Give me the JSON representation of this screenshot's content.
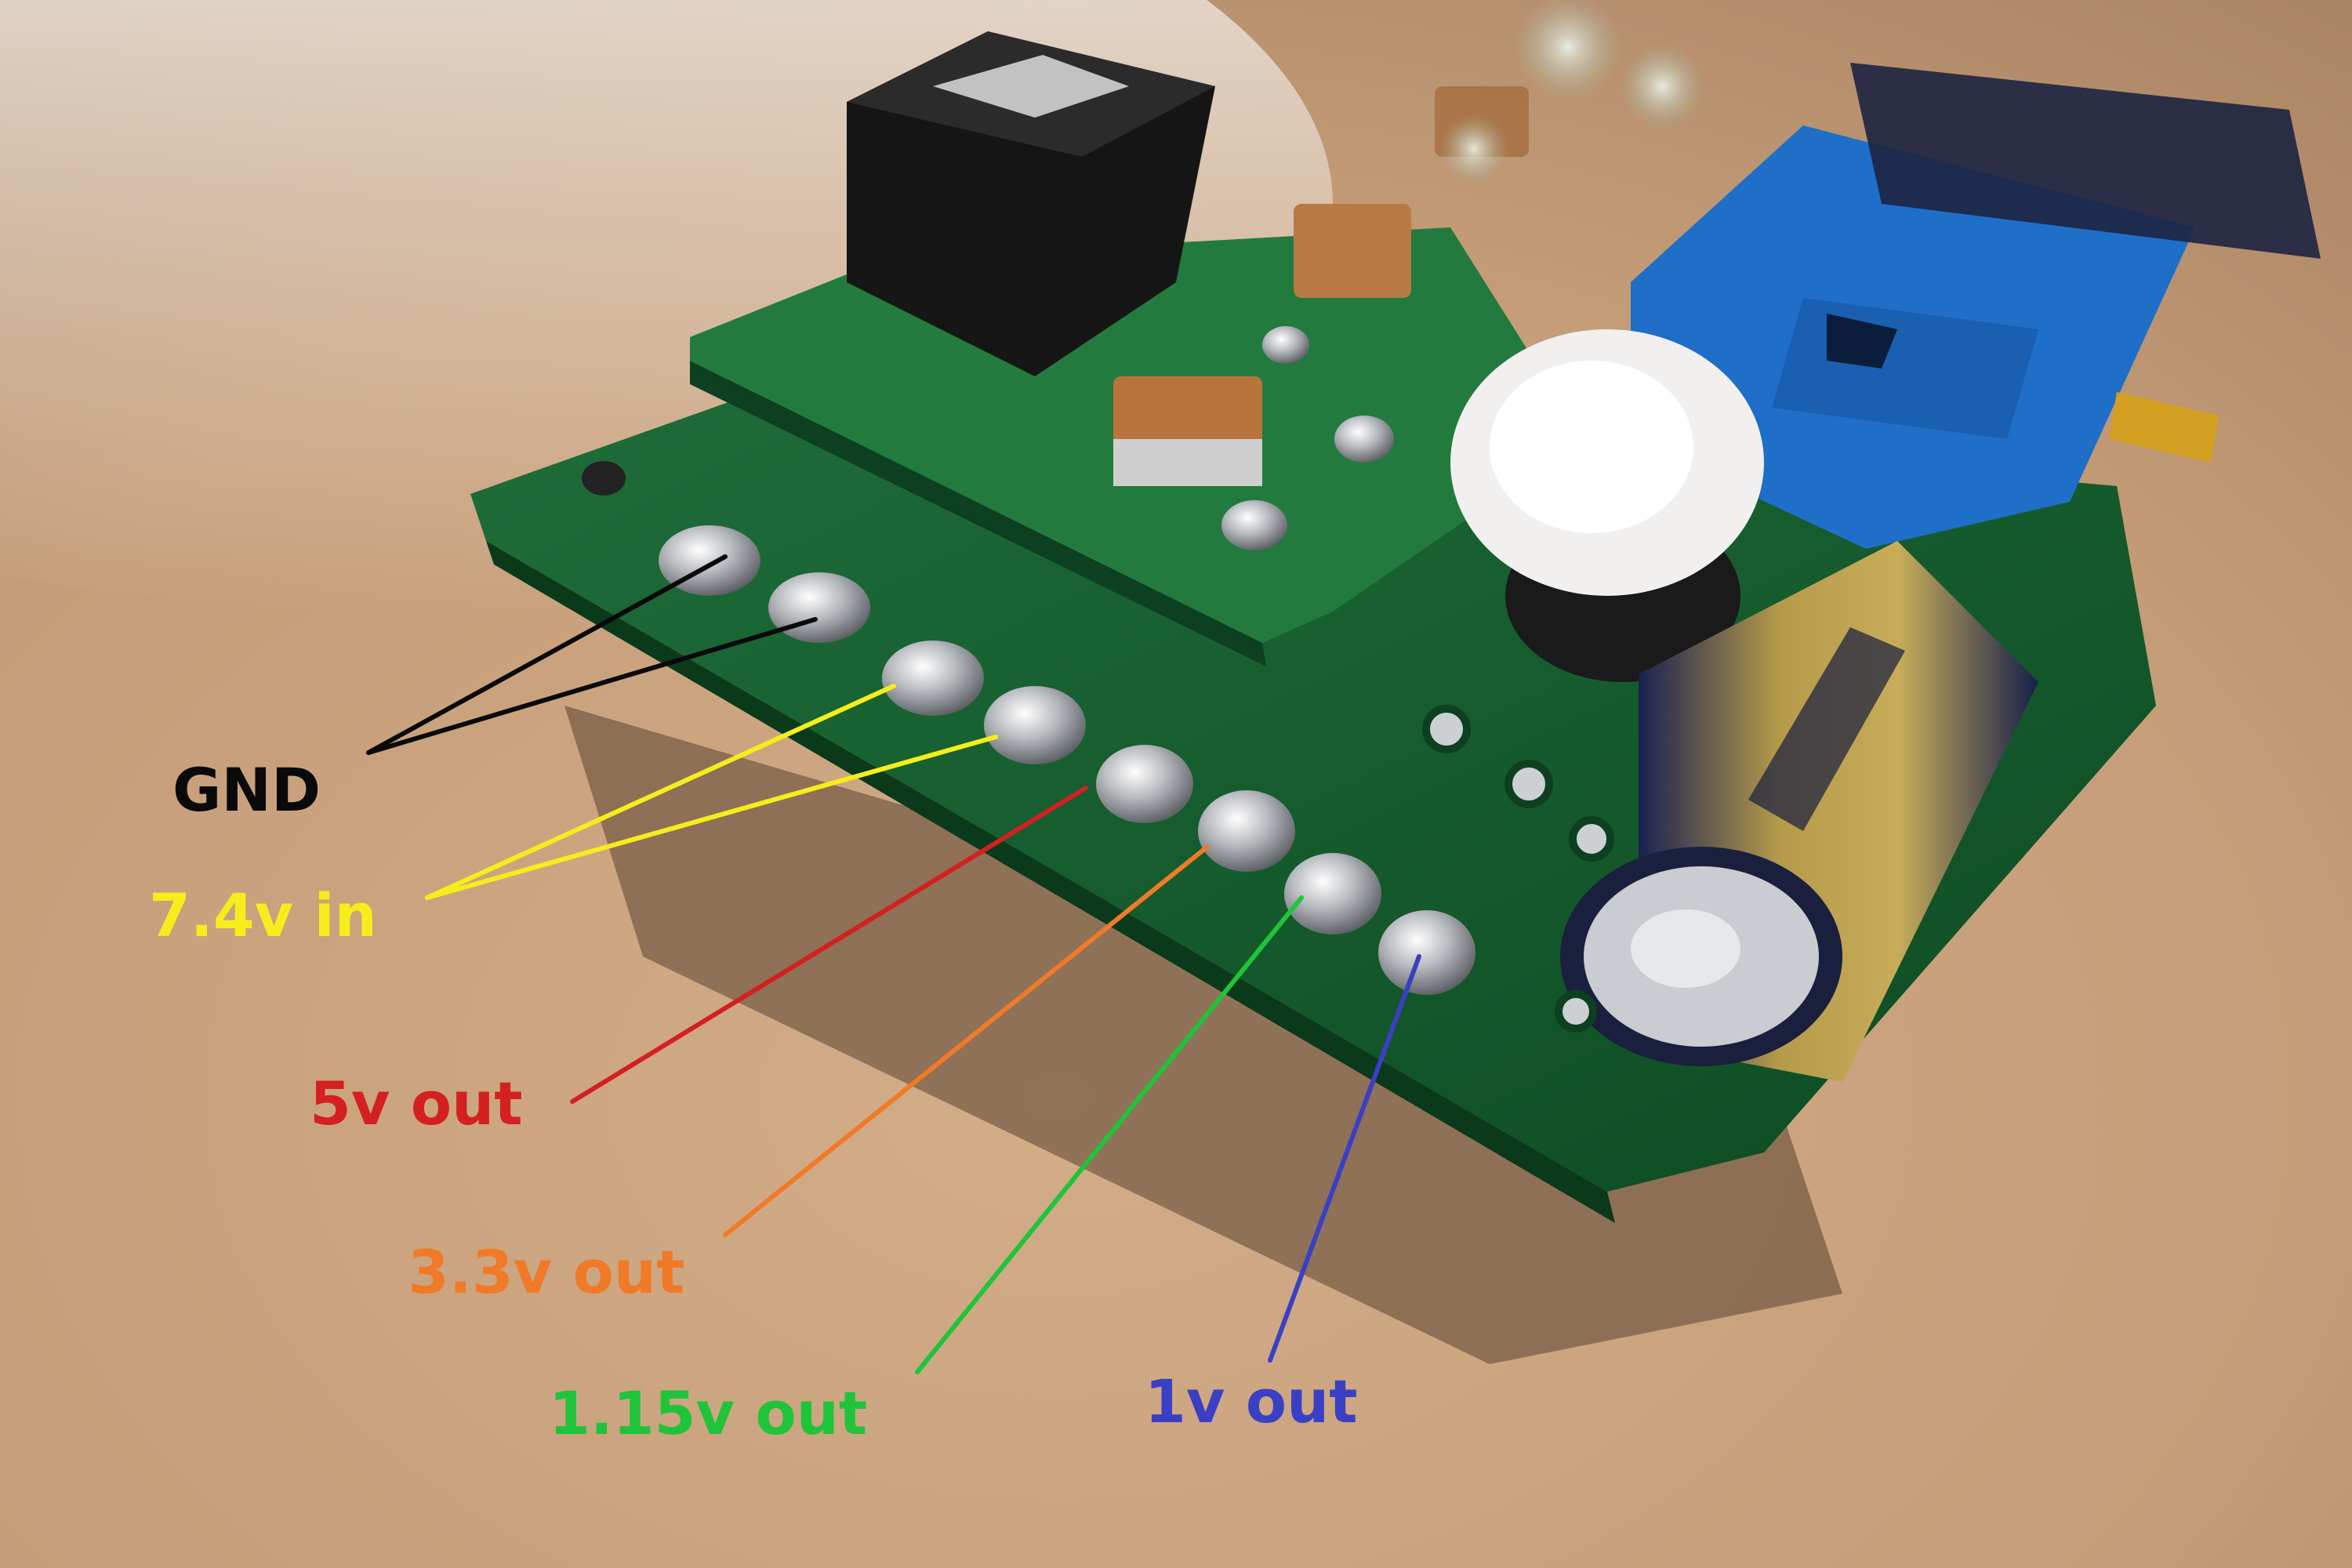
{
  "photo": {
    "subject": "printed circuit board with solder pads, stacked module, trimmer potentiometer and electrolytic capacitor on a wooden surface"
  },
  "annotations": [
    {
      "id": "gnd",
      "text": "GND",
      "color": "#0a0a0a"
    },
    {
      "id": "vin",
      "text": "7.4v in",
      "color": "#f5ee1c"
    },
    {
      "id": "v5",
      "text": "5v out",
      "color": "#d42020"
    },
    {
      "id": "v33",
      "text": "3.3v out",
      "color": "#f07a28"
    },
    {
      "id": "v115",
      "text": "1.15v out",
      "color": "#1fc43a"
    },
    {
      "id": "v1",
      "text": "1v out",
      "color": "#3a3fc4"
    }
  ]
}
